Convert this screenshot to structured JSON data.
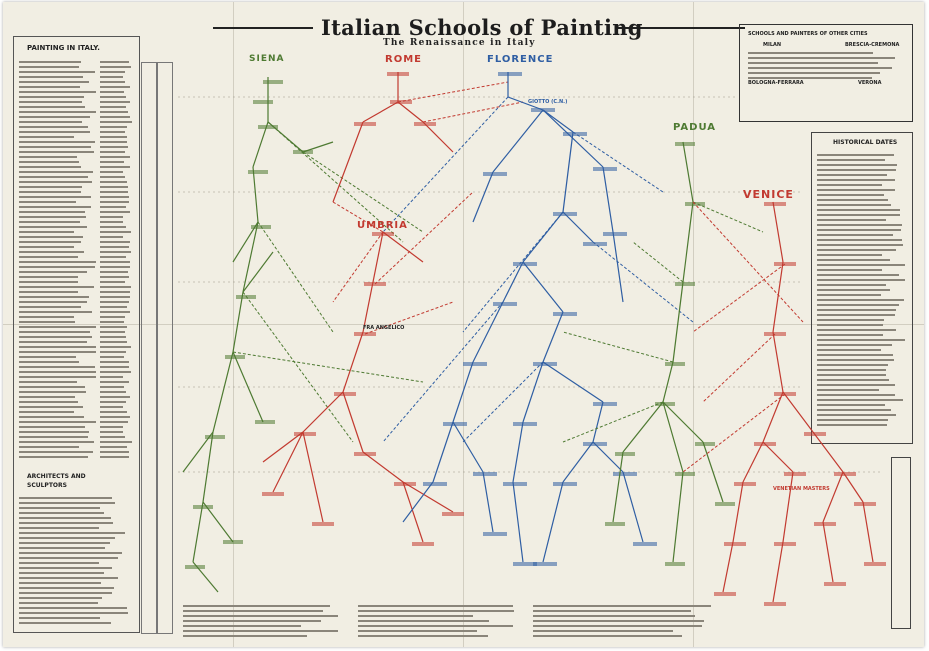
{
  "title": "Italian Schools of Painting",
  "subtitle": "The Renaissance in Italy",
  "left_column": {
    "heading": "PAINTING IN ITALY.",
    "heading2": "ARCHITECTS AND SCULPTORS"
  },
  "cities": [
    {
      "id": "siena",
      "label": "SIENA",
      "color": "#4e7a32"
    },
    {
      "id": "rome",
      "label": "ROME",
      "color": "#c23a30"
    },
    {
      "id": "florence",
      "label": "FLORENCE",
      "color": "#2f5ea3"
    },
    {
      "id": "padua",
      "label": "PADUA",
      "color": "#4e7a32"
    },
    {
      "id": "umbria",
      "label": "UMBRIA",
      "color": "#c23a30"
    },
    {
      "id": "venice",
      "label": "VENICE",
      "color": "#c23a30"
    }
  ],
  "node_labels": {
    "giotto": "GIOTTO (C.N.)",
    "fra_angelico": "FRA ANGELICO",
    "venice_masters": "VENETIAN MASTERS"
  },
  "other_cities_box": {
    "heading": "SCHOOLS AND PAINTERS OF OTHER CITIES",
    "sub": [
      "MILAN",
      "BOLOGNA-FERRARA",
      "VERONA",
      "BRESCIA-CREMONA"
    ]
  },
  "historical_dates": {
    "heading": "HISTORICAL DATES"
  },
  "colors": {
    "paper": "#f1eee3",
    "ink": "#222222",
    "green": "#4e7a32",
    "red": "#c23a30",
    "blue": "#2f5ea3"
  }
}
